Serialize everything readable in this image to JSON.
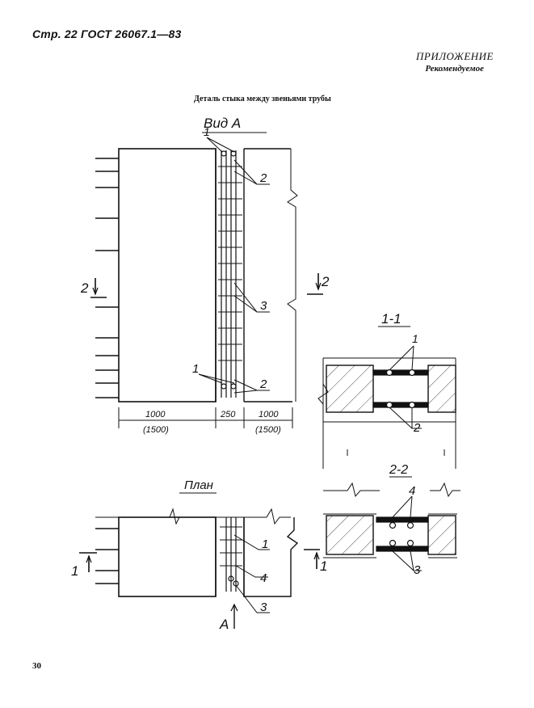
{
  "header": {
    "page_ref": "Стр. 22 ГОСТ 26067.1—83"
  },
  "appendix": {
    "title": "ПРИЛОЖЕНИЕ",
    "subtitle": "Рекомендуемое"
  },
  "figure": {
    "title": "Деталь стыка между звеньями трубы",
    "view_a_label": "Вид А",
    "plan_label": "План",
    "section_1_label": "1-1",
    "section_2_label": "2-2",
    "cut_marks": {
      "cut_2": "2",
      "cut_1": "1",
      "view_a": "A"
    },
    "callouts": {
      "c1": "1",
      "c2": "2",
      "c3": "3",
      "c4": "4"
    },
    "dimensions": {
      "left_width": "1000",
      "left_width_alt": "(1500)",
      "gap": "250",
      "right_width": "1000",
      "right_width_alt": "(1500)"
    }
  },
  "page_number": "30"
}
